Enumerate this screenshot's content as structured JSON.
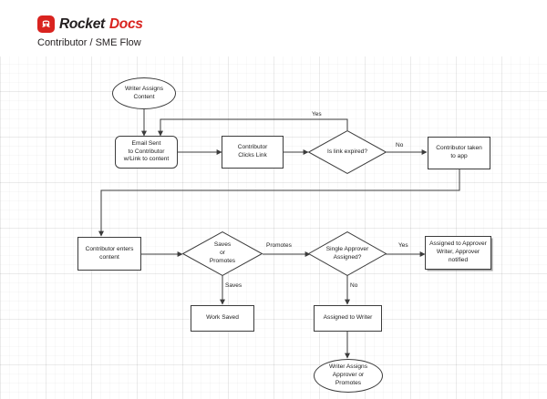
{
  "header": {
    "logo_icon": "rocketdocs-logo-icon",
    "logo_primary": "Rocket",
    "logo_secondary": "Docs",
    "title": "Contributor / SME Flow",
    "brand_color": "#d9231f",
    "text_color": "#231f20"
  },
  "diagram": {
    "type": "flowchart",
    "stroke_color": "#3c3c3c",
    "fill_color": "#ffffff",
    "nodes": [
      {
        "id": "start",
        "shape": "ellipse",
        "label": "Writer Assigns\nContent"
      },
      {
        "id": "email_sent",
        "shape": "rounded",
        "label": "Email Sent\nto Contributor\nw/Link to content"
      },
      {
        "id": "clicks_link",
        "shape": "rect",
        "label": "Contributor\nClicks Link"
      },
      {
        "id": "link_expired",
        "shape": "diamond",
        "label": "Is link expired?"
      },
      {
        "id": "taken_to_app",
        "shape": "rect",
        "label": "Contributor taken\nto app"
      },
      {
        "id": "enters_content",
        "shape": "rect",
        "label": "Contributor enters\ncontent"
      },
      {
        "id": "saves_promotes",
        "shape": "diamond",
        "label": "Saves\nor\nPromotes"
      },
      {
        "id": "single_approver",
        "shape": "diamond",
        "label": "Single Approver\nAssigned?"
      },
      {
        "id": "assigned_appr",
        "shape": "rect",
        "label": "Assigned to Approver\nWriter, Approver\nnotified"
      },
      {
        "id": "work_saved",
        "shape": "rect",
        "label": "Work Saved"
      },
      {
        "id": "assigned_writer",
        "shape": "rect",
        "label": "Assigned to Writer"
      },
      {
        "id": "writer_assigns",
        "shape": "ellipse",
        "label": "Writer Assigns\nApprover or\nPromotes"
      }
    ],
    "edge_labels": [
      {
        "id": "yes_expired",
        "text": "Yes"
      },
      {
        "id": "no_expired",
        "text": "No"
      },
      {
        "id": "saves",
        "text": "Saves"
      },
      {
        "id": "promotes",
        "text": "Promotes"
      },
      {
        "id": "yes_approver",
        "text": "Yes"
      },
      {
        "id": "no_approver",
        "text": "No"
      }
    ]
  }
}
